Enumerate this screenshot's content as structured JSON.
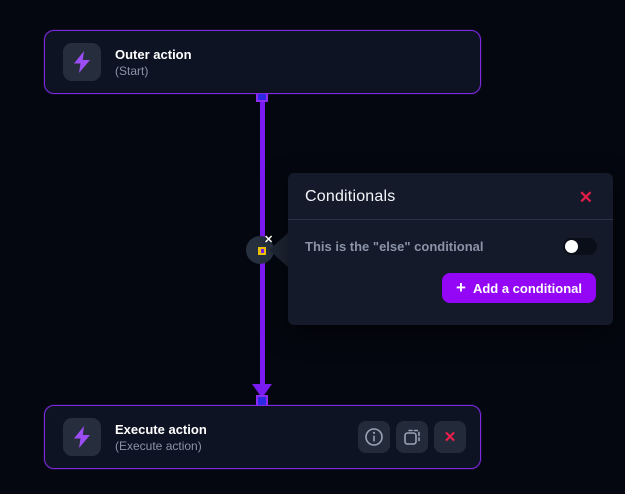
{
  "nodes": {
    "outer": {
      "title": "Outer action",
      "subtitle": "(Start)"
    },
    "execute": {
      "title": "Execute action",
      "subtitle": "(Execute action)"
    }
  },
  "edge": {
    "remove_label": "✕"
  },
  "panel": {
    "title": "Conditionals",
    "close_label": "✕",
    "else_row": {
      "label": "This is the \"else\" conditional",
      "toggle_state": "off"
    },
    "add_button": {
      "plus": "+",
      "label": "Add a conditional"
    }
  },
  "node_actions": {
    "delete_label": "✕"
  },
  "colors": {
    "background": "#04070f",
    "node_background": "#0e1324",
    "node_border": "#7d2ae0",
    "edge": "#7a1bf2",
    "handle_fill": "#2a2ae4",
    "marker_yellow": "#e9c300",
    "panel_background": "#141a2a",
    "accent_button": "#9406f6",
    "danger": "#e11d48",
    "muted_text": "#8a93a6"
  }
}
